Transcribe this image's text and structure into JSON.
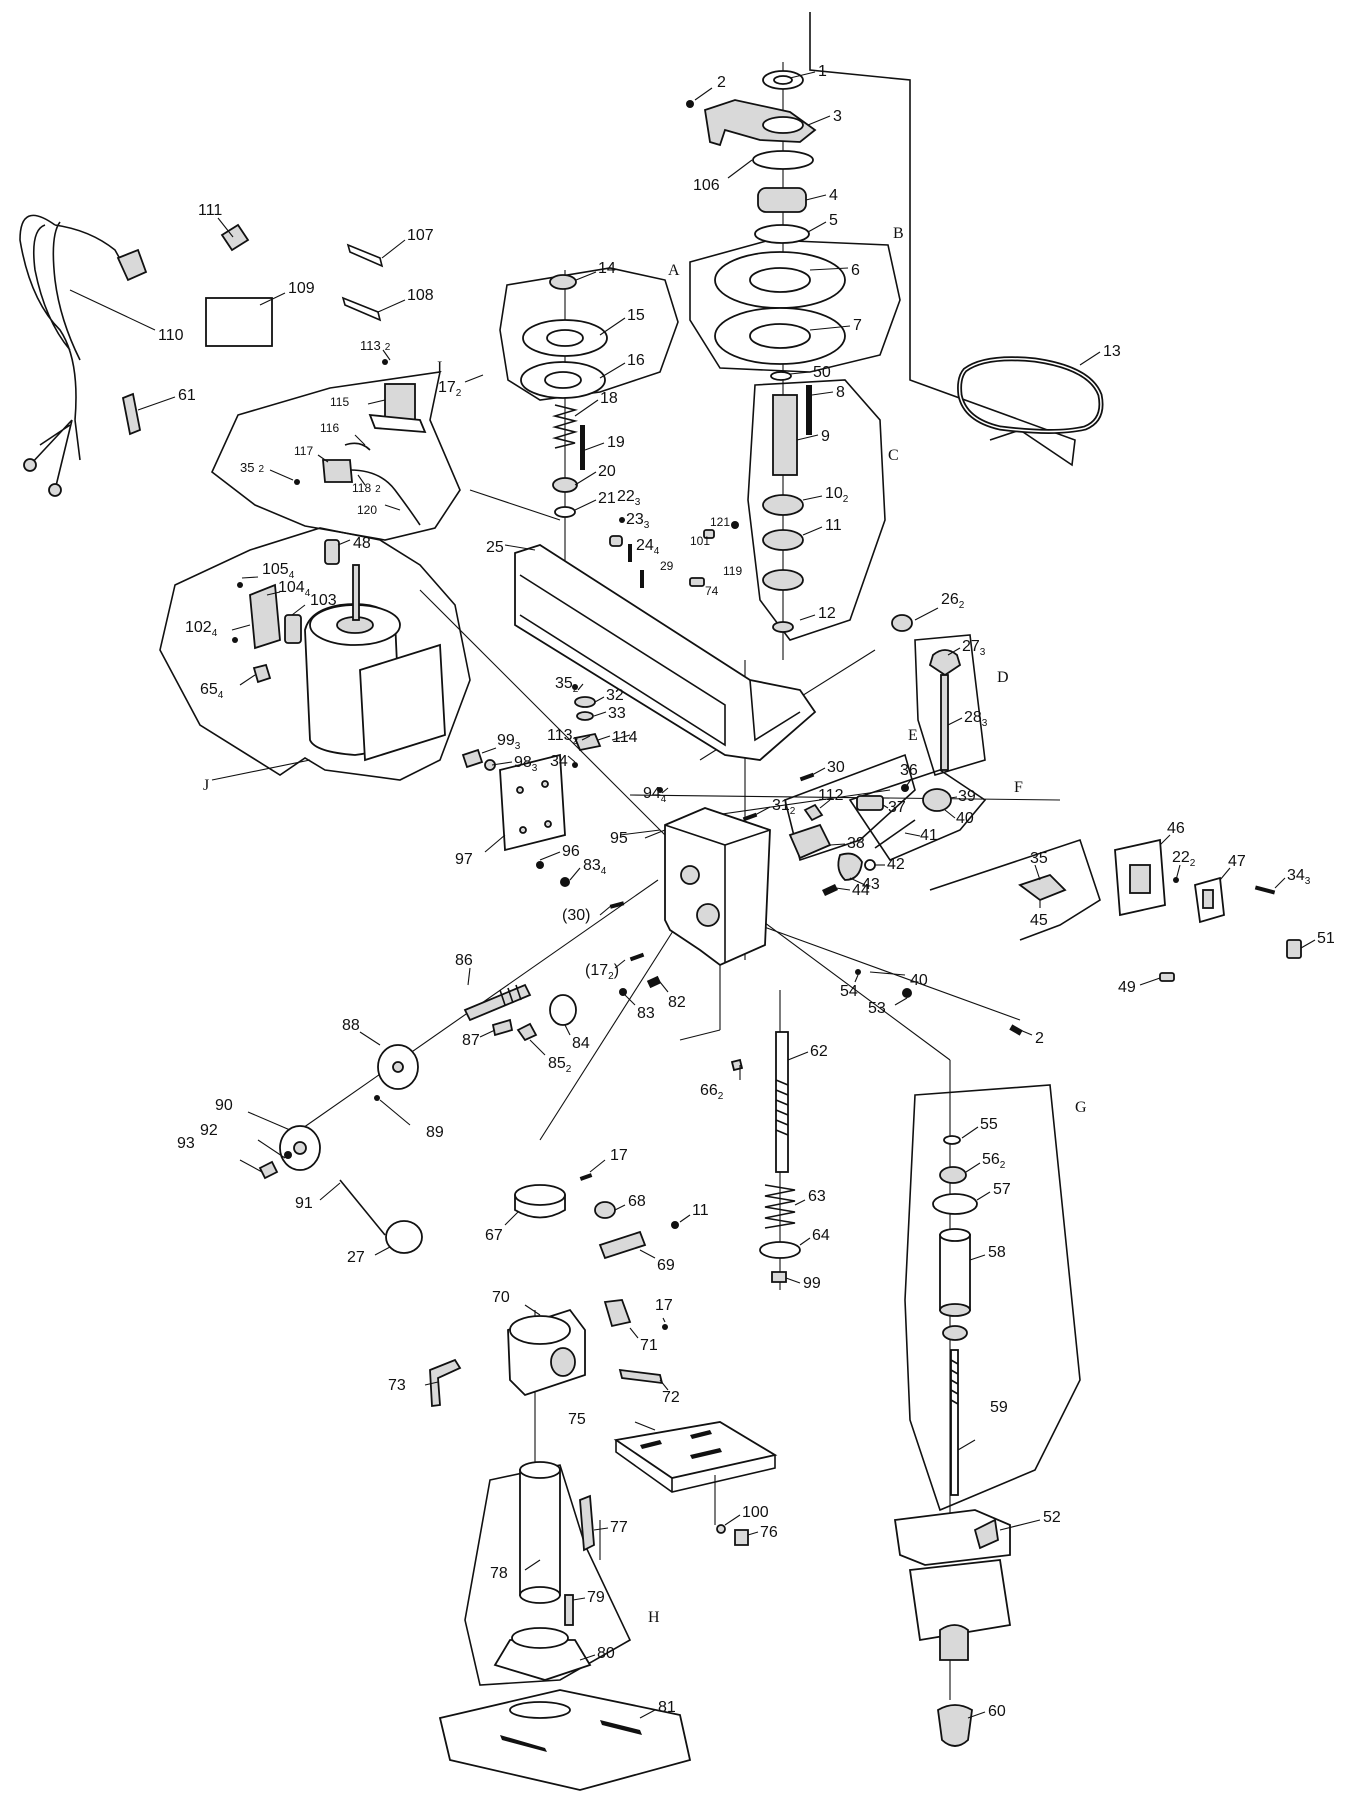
{
  "parts": [
    {
      "id": "p1",
      "text": "1"
    },
    {
      "id": "p2a",
      "text": "2"
    },
    {
      "id": "p3",
      "text": "3"
    },
    {
      "id": "p106",
      "text": "106"
    },
    {
      "id": "p4",
      "text": "4"
    },
    {
      "id": "p5",
      "text": "5"
    },
    {
      "id": "p6",
      "text": "6"
    },
    {
      "id": "p7",
      "text": "7"
    },
    {
      "id": "p50",
      "text": "50"
    },
    {
      "id": "p8",
      "text": "8"
    },
    {
      "id": "p9",
      "text": "9"
    },
    {
      "id": "p10",
      "text": "10",
      "sub": "2"
    },
    {
      "id": "p11",
      "text": "11"
    },
    {
      "id": "p12",
      "text": "12"
    },
    {
      "id": "p13",
      "text": "13"
    },
    {
      "id": "p14",
      "text": "14"
    },
    {
      "id": "p15",
      "text": "15"
    },
    {
      "id": "p16",
      "text": "16"
    },
    {
      "id": "p18",
      "text": "18"
    },
    {
      "id": "p19",
      "text": "19"
    },
    {
      "id": "p20",
      "text": "20"
    },
    {
      "id": "p21",
      "text": "21"
    },
    {
      "id": "p22a",
      "text": "22",
      "sub": "3"
    },
    {
      "id": "p23",
      "text": "23",
      "sub": "3"
    },
    {
      "id": "p24",
      "text": "24",
      "sub": "4"
    },
    {
      "id": "p29",
      "text": "29"
    },
    {
      "id": "p121",
      "text": "121"
    },
    {
      "id": "p101",
      "text": "101"
    },
    {
      "id": "p119",
      "text": "119"
    },
    {
      "id": "p74",
      "text": "74"
    },
    {
      "id": "p25",
      "text": "25"
    },
    {
      "id": "p26",
      "text": "26",
      "sub": "2"
    },
    {
      "id": "p27a",
      "text": "27",
      "sub": "3"
    },
    {
      "id": "p28",
      "text": "28",
      "sub": "3"
    },
    {
      "id": "p111",
      "text": "111"
    },
    {
      "id": "p107",
      "text": "107"
    },
    {
      "id": "p108",
      "text": "108"
    },
    {
      "id": "p109",
      "text": "109"
    },
    {
      "id": "p110",
      "text": "110"
    },
    {
      "id": "p61",
      "text": "61"
    },
    {
      "id": "p113a",
      "text": "113",
      "sub": "2"
    },
    {
      "id": "p17a",
      "text": "17",
      "sub": "2"
    },
    {
      "id": "p115",
      "text": "115"
    },
    {
      "id": "p116",
      "text": "116"
    },
    {
      "id": "p117",
      "text": "117"
    },
    {
      "id": "p35a",
      "text": "35",
      "sub": "2"
    },
    {
      "id": "p118",
      "text": "118",
      "sub": "2"
    },
    {
      "id": "p120",
      "text": "120"
    },
    {
      "id": "p48",
      "text": "48"
    },
    {
      "id": "p105",
      "text": "105",
      "sub": "4"
    },
    {
      "id": "p104",
      "text": "104",
      "sub": "4"
    },
    {
      "id": "p103",
      "text": "103"
    },
    {
      "id": "p102",
      "text": "102",
      "sub": "4"
    },
    {
      "id": "p65",
      "text": "65",
      "sub": "4"
    },
    {
      "id": "p35b",
      "text": "35",
      "sub": "2"
    },
    {
      "id": "p32",
      "text": "32"
    },
    {
      "id": "p33",
      "text": "33"
    },
    {
      "id": "p113b",
      "text": "113",
      "sub": "2"
    },
    {
      "id": "p114",
      "text": "114"
    },
    {
      "id": "p34a",
      "text": "34"
    },
    {
      "id": "p99a",
      "text": "99",
      "sub": "3"
    },
    {
      "id": "p98",
      "text": "98",
      "sub": "3"
    },
    {
      "id": "p97",
      "text": "97"
    },
    {
      "id": "p96",
      "text": "96"
    },
    {
      "id": "p83a",
      "text": "83",
      "sub": "4"
    },
    {
      "id": "p94",
      "text": "94",
      "sub": "4"
    },
    {
      "id": "p95",
      "text": "95"
    },
    {
      "id": "p30a",
      "text": "30"
    },
    {
      "id": "p31",
      "text": "31",
      "sub": "2"
    },
    {
      "id": "p36",
      "text": "36"
    },
    {
      "id": "p112",
      "text": "112"
    },
    {
      "id": "p37",
      "text": "37"
    },
    {
      "id": "p38",
      "text": "38"
    },
    {
      "id": "p39",
      "text": "39"
    },
    {
      "id": "p40a",
      "text": "40"
    },
    {
      "id": "p41",
      "text": "41"
    },
    {
      "id": "p42",
      "text": "42"
    },
    {
      "id": "p43",
      "text": "43"
    },
    {
      "id": "p44",
      "text": "44"
    },
    {
      "id": "p30b",
      "text": "(30)"
    },
    {
      "id": "p46",
      "text": "46"
    },
    {
      "id": "p22b",
      "text": "22",
      "sub": "2"
    },
    {
      "id": "p47",
      "text": "47"
    },
    {
      "id": "p34b",
      "text": "34",
      "sub": "3"
    },
    {
      "id": "p35c",
      "text": "35"
    },
    {
      "id": "p45",
      "text": "45"
    },
    {
      "id": "p51",
      "text": "51"
    },
    {
      "id": "p49",
      "text": "49"
    },
    {
      "id": "p86",
      "text": "86"
    },
    {
      "id": "p17b",
      "text": "(17",
      "sub": "2",
      "suffix": ")"
    },
    {
      "id": "p82",
      "text": "82"
    },
    {
      "id": "p83b",
      "text": "83"
    },
    {
      "id": "p54",
      "text": "54"
    },
    {
      "id": "p40b",
      "text": "40"
    },
    {
      "id": "p53",
      "text": "53"
    },
    {
      "id": "p2b",
      "text": "2"
    },
    {
      "id": "p88",
      "text": "88"
    },
    {
      "id": "p87",
      "text": "87"
    },
    {
      "id": "p84",
      "text": "84"
    },
    {
      "id": "p85",
      "text": "85",
      "sub": "2"
    },
    {
      "id": "p66",
      "text": "66",
      "sub": "2"
    },
    {
      "id": "p62",
      "text": "62"
    },
    {
      "id": "p89",
      "text": "89"
    },
    {
      "id": "p90",
      "text": "90"
    },
    {
      "id": "p92",
      "text": "92"
    },
    {
      "id": "p93",
      "text": "93"
    },
    {
      "id": "p91",
      "text": "91"
    },
    {
      "id": "p27b",
      "text": "27"
    },
    {
      "id": "p17c",
      "text": "17"
    },
    {
      "id": "p67",
      "text": "67"
    },
    {
      "id": "p68",
      "text": "68"
    },
    {
      "id": "p11b",
      "text": "11"
    },
    {
      "id": "p69",
      "text": "69"
    },
    {
      "id": "p63",
      "text": "63"
    },
    {
      "id": "p64",
      "text": "64"
    },
    {
      "id": "p99b",
      "text": "99"
    },
    {
      "id": "p55",
      "text": "55"
    },
    {
      "id": "p56",
      "text": "56",
      "sub": "2"
    },
    {
      "id": "p57",
      "text": "57"
    },
    {
      "id": "p58",
      "text": "58"
    },
    {
      "id": "p70",
      "text": "70"
    },
    {
      "id": "p17d",
      "text": "17"
    },
    {
      "id": "p71",
      "text": "71"
    },
    {
      "id": "p73",
      "text": "73"
    },
    {
      "id": "p72",
      "text": "72"
    },
    {
      "id": "p75",
      "text": "75"
    },
    {
      "id": "p59",
      "text": "59"
    },
    {
      "id": "p100",
      "text": "100"
    },
    {
      "id": "p76",
      "text": "76"
    },
    {
      "id": "p77",
      "text": "77"
    },
    {
      "id": "p52",
      "text": "52"
    },
    {
      "id": "p78",
      "text": "78"
    },
    {
      "id": "p79",
      "text": "79"
    },
    {
      "id": "p80",
      "text": "80"
    },
    {
      "id": "p81",
      "text": "81"
    },
    {
      "id": "p60",
      "text": "60"
    }
  ],
  "groups": [
    {
      "id": "gA",
      "text": "A"
    },
    {
      "id": "gB",
      "text": "B"
    },
    {
      "id": "gC",
      "text": "C"
    },
    {
      "id": "gD",
      "text": "D"
    },
    {
      "id": "gE",
      "text": "E"
    },
    {
      "id": "gF",
      "text": "F"
    },
    {
      "id": "gG",
      "text": "G"
    },
    {
      "id": "gH",
      "text": "H"
    },
    {
      "id": "gI",
      "text": "I"
    },
    {
      "id": "gJ",
      "text": "J"
    }
  ]
}
